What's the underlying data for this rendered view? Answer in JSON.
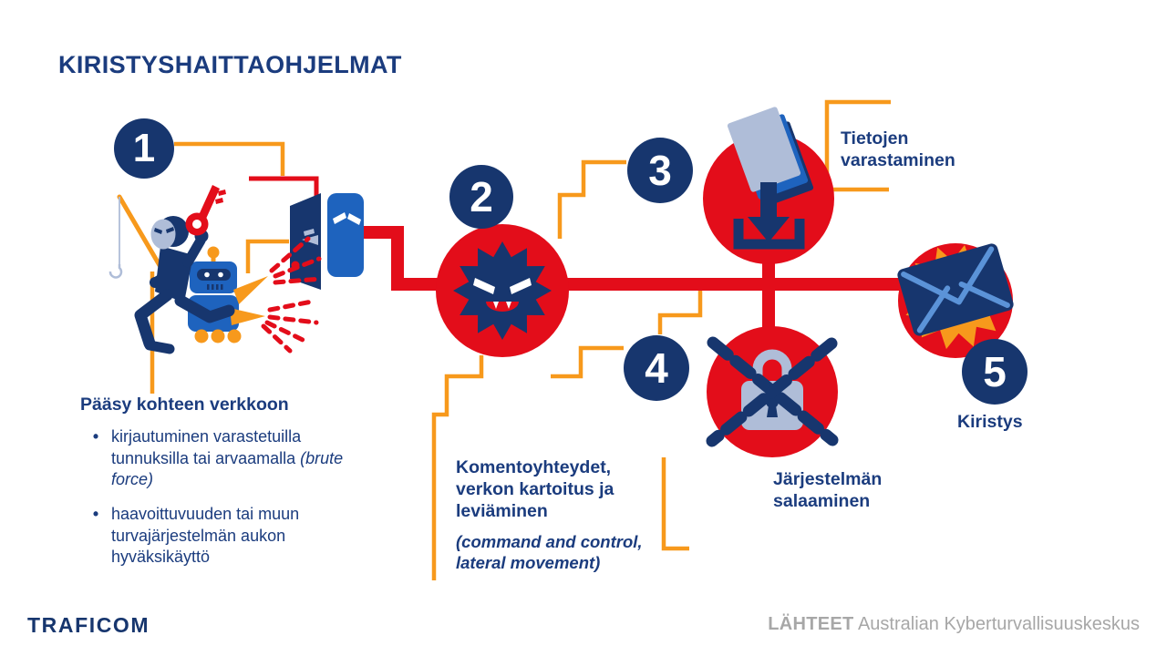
{
  "title": "KIRISTYSHAITTAOHJELMAT",
  "bullet_char": "•",
  "steps": [
    {
      "number": "1",
      "heading": "Pääsy kohteen verkkoon",
      "bullet1": "kirjautuminen varastetuilla tunnuksilla tai arvaamalla ",
      "bullet1_italic": "(brute force)",
      "bullet2": "haavoittuvuuden tai muun turvajärjestelmän aukon hyväksikäyttö"
    },
    {
      "number": "2",
      "heading": "Komentoyhteydet, verkon kartoitus ja leviäminen",
      "note_italic": "(command and control, lateral movement)"
    },
    {
      "number": "3",
      "label": "Tietojen varastaminen"
    },
    {
      "number": "4",
      "label": "Järjestelmän salaaminen"
    },
    {
      "number": "5",
      "label": "Kiristys"
    }
  ],
  "footer": {
    "logo": "TRAFICOM",
    "sources_label": "LÄHTEET",
    "sources": "Australian Kyberturvallisuuskeskus"
  },
  "icons": {
    "step1": "masked-thief-robot-open-door-icon",
    "step2": "virus-icon",
    "step3": "document-download-icon",
    "step4": "chained-padlock-icon",
    "step5": "ransom-envelope-icon"
  },
  "colors": {
    "navy": "#17366E",
    "textnavy": "#1B3C7E",
    "red": "#E30D1A",
    "orange": "#F7991C",
    "steel": "#AFBDD8",
    "midblue": "#1E63BE",
    "lightblue": "#5B93D8",
    "gray": "#A7A7A7"
  }
}
